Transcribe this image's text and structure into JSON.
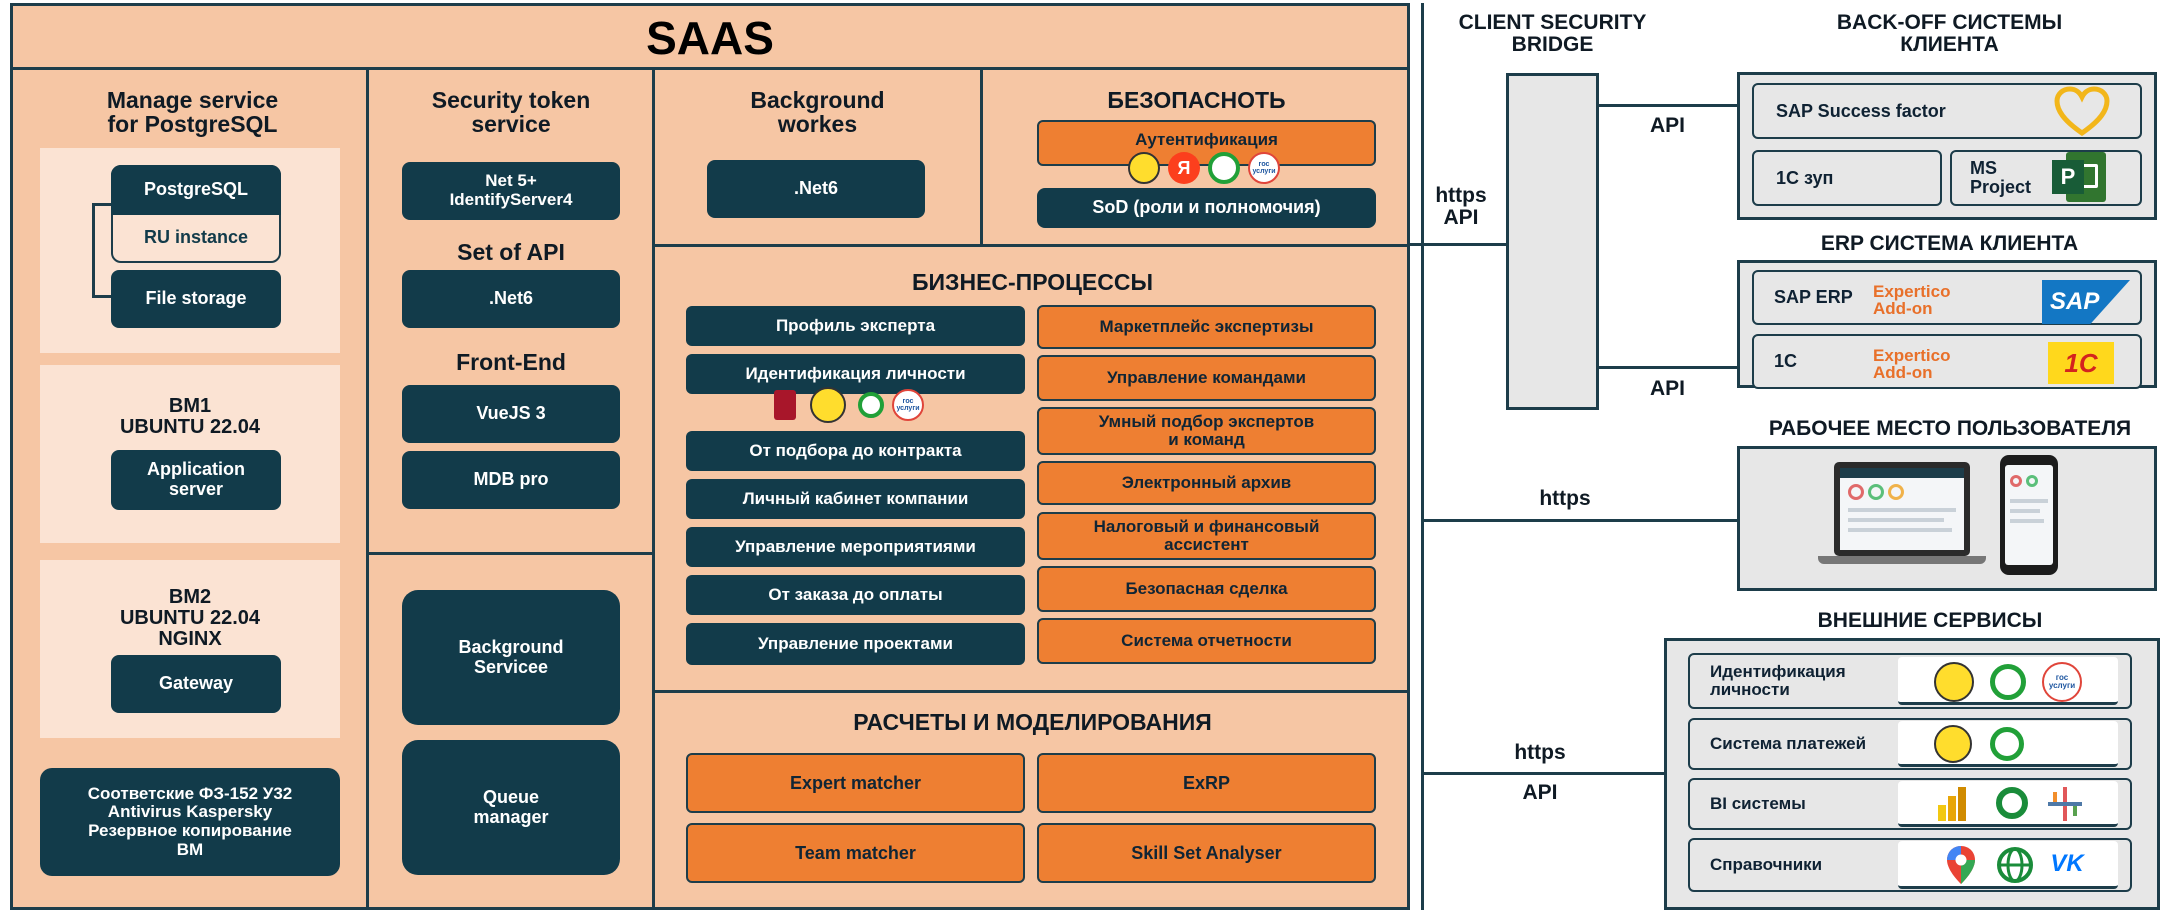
{
  "saas": {
    "title": "SAAS",
    "postgres": {
      "title": "Manage service\nfor PostgreSQL",
      "postgresql": "PostgreSQL",
      "ru_instance": "RU instance",
      "file_storage": "File storage",
      "bm1_title": "BM1\nUBUNTU 22.04",
      "app_server": "Application\nserver",
      "bm2_title": "BM2\nUBUNTU 22.04\nNGINX",
      "gateway": "Gateway",
      "compliance": "Соответские ФЗ-152 У32\nAntivirus Kaspersky\nРезервное копирование\nBM"
    },
    "security": {
      "title": "Security token\nservice",
      "identify": "Net 5+\nIdentifyServer4",
      "api_title": "Set of API",
      "net6": ".Net6",
      "frontend_title": "Front-End",
      "vue": "VueJS 3",
      "mdb": "MDB pro",
      "bg_service": "Background\nServicee",
      "queue": "Queue\nmanager"
    },
    "background": {
      "title": "Background\nworkes",
      "net6": ".Net6"
    },
    "security_ru": {
      "title": "БЕЗОПАСНОТЬ",
      "auth": "Аутентификация",
      "sod": "SoD (роли и полномочия)"
    },
    "business": {
      "title": "БИЗНЕС-ПРОЦЕССЫ",
      "left": [
        "Профиль эксперта",
        "Идентификация личности",
        "От подбора до контракта",
        "Личный кабинет компании",
        "Управление мероприятиями",
        "От заказа до оплаты",
        "Управление проектами"
      ],
      "right": [
        "Маркетплейс экспертизы",
        "Управление командами",
        "Умный подбор экспертов\nи команд",
        "Электронный архив",
        "Налоговый и финансовый\nассистент",
        "Безопасная сделка",
        "Система отчетности"
      ]
    },
    "calc": {
      "title": "РАСЧЕТЫ И МОДЕЛИРОВАНИЯ",
      "items": [
        "Expert matcher",
        "ExRP",
        "Team matcher",
        "Skill Set Analyser"
      ]
    }
  },
  "bridge": {
    "title": "CLIENT SECURITY\nBRIDGE",
    "https_api": "https\nAPI",
    "api_top": "API",
    "api_mid": "API",
    "https_mid": "https",
    "https_bottom": "https",
    "api_bottom": "API"
  },
  "backoff": {
    "title": "BACK-OFF СИСТЕМЫ\nКЛИЕНТА",
    "sap_sf": "SAP Success factor",
    "zup": "1С зуп",
    "ms_project": "MS\nProject",
    "ms_icon_letter": "P"
  },
  "erp": {
    "title": "ERP СИСТЕМА КЛИЕНТА",
    "sap_erp": "SAP ERP",
    "addon1": "Expertico\nAdd-on",
    "sap_logo": "SAP",
    "c1": "1С",
    "addon2": "Expertico\nAdd-on",
    "c1_logo": "1С"
  },
  "workplace": {
    "title": "РАБОЧЕЕ МЕСТО ПОЛЬЗОВАТЕЛЯ"
  },
  "external": {
    "title": "ВНЕШНИЕ СЕРВИСЫ",
    "rows": [
      "Идентификация\nличности",
      "Система платежей",
      "BI системы",
      "Справочники"
    ]
  },
  "icon_labels": {
    "yandex": "Я",
    "gos": "гос\nуслуги",
    "vk": "VK"
  },
  "colors": {
    "panel": "#f6c6a4",
    "dark": "#123b4a",
    "orange": "#ee7f32",
    "grey": "#e7e7e7",
    "accent_text": "#e8702a"
  }
}
